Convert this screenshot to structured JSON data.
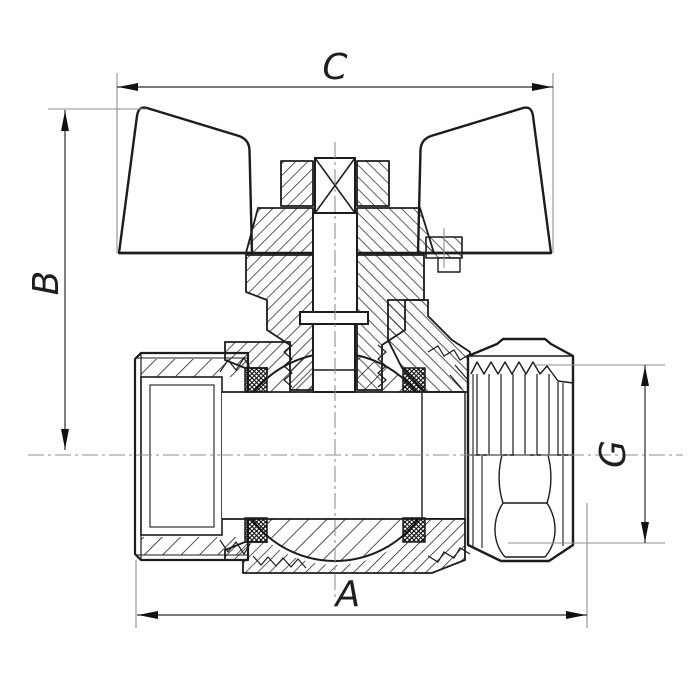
{
  "drawing": {
    "kind": "Technical cross-section drawing of a ball valve with butterfly wing handle and compression nut",
    "background": "#ffffff",
    "line_color": "#1c1c1c",
    "construction_color": "#8f8f8f",
    "seat_color": "#111111",
    "dimensions": {
      "handle_width": {
        "label": "C"
      },
      "height": {
        "label": "B"
      },
      "overall_length": {
        "label": "A"
      },
      "nut_size": {
        "label": "G"
      }
    }
  }
}
